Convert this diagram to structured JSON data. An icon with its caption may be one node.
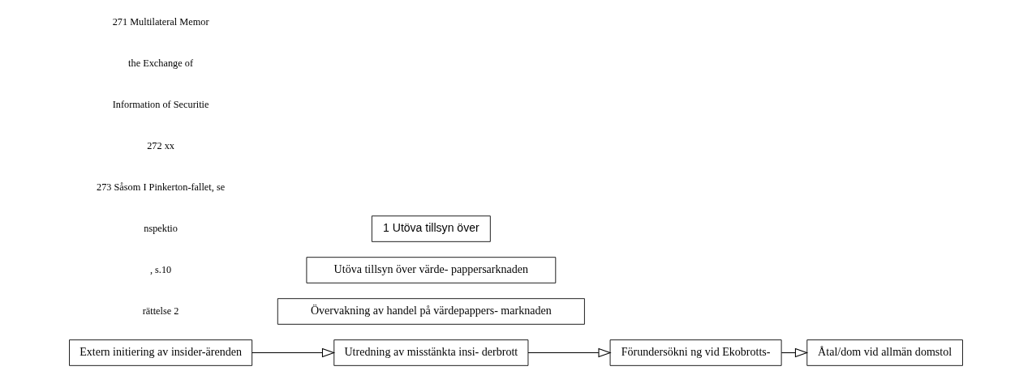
{
  "diagram": {
    "nodes": [
      {
        "text": [
          "1 Utöva tillsyn över"
        ]
      },
      {
        "text": [
          "Utöva tillsyn över värde- pappersarknaden"
        ]
      },
      {
        "text": [
          "Övervakning av handel på värdepappers- marknaden"
        ]
      },
      {
        "text": [
          "Utredning av misstänkta insi- derbrott"
        ]
      },
      {
        "text": [
          "Extern initiering av insider-ärenden"
        ]
      },
      {
        "text": [
          "Förundersökni ng vid Ekobrotts-"
        ]
      },
      {
        "text": [
          "Åtal/dom vid allmän domstol"
        ]
      }
    ],
    "edges": [
      {
        "from": 4,
        "to": 3,
        "arrow": "to"
      },
      {
        "from": 3,
        "to": 5,
        "arrow": "to"
      },
      {
        "from": 5,
        "to": 6,
        "arrow": "to"
      }
    ],
    "labels": [
      "271 Multilateral Memor",
      "the Exchange of",
      "Information of Securitie",
      "272 xx",
      "273 Såsom I Pinkerton-fallet, se",
      "nspektio",
      ", s.10",
      "rättelse 2"
    ]
  }
}
